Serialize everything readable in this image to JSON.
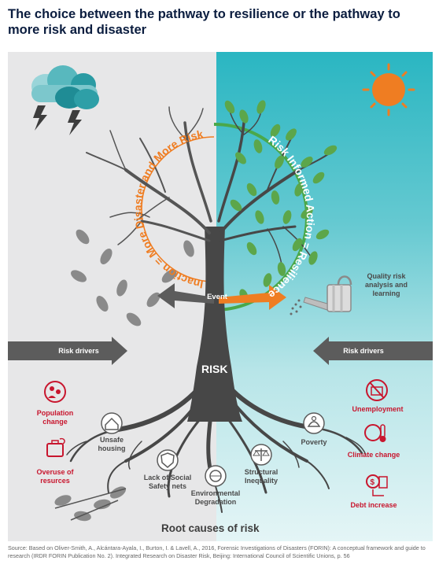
{
  "title": "The choice between the pathway to resilience or the pathway to more risk and disaster",
  "arc_left": "Inaction = More Disaster and More Risk",
  "arc_right": "Risk Informed Action = Resilience",
  "event_label": "Event",
  "risk_label": "RISK",
  "risk_drivers_left": "Risk drivers",
  "risk_drivers_right": "Risk drivers",
  "quality_label": "Quality risk analysis and learning",
  "left_drivers": [
    {
      "label": "Population change",
      "icon": "population-icon"
    },
    {
      "label": "Overuse of resurces",
      "icon": "briefcase-icon"
    }
  ],
  "right_drivers": [
    {
      "label": "Unemployment",
      "icon": "no-work-icon"
    },
    {
      "label": "Climate change",
      "icon": "thermometer-globe-icon"
    },
    {
      "label": "Debt increase",
      "icon": "debt-icon"
    }
  ],
  "root_causes": [
    {
      "label": "Unsafe housing",
      "icon": "house-icon"
    },
    {
      "label": "Lack of Social Safety nets",
      "icon": "shield-icon"
    },
    {
      "label": "Environmental Degradation",
      "icon": "globe-icon"
    },
    {
      "label": "Structural Inequality",
      "icon": "scales-icon"
    },
    {
      "label": "Poverty",
      "icon": "poverty-icon"
    }
  ],
  "root_title": "Root causes of risk",
  "source": "Source: Based on Oliver-Smith, A., Alcántara-Ayala, I., Burton, I. & Lavell, A., 2016, Forensic Investigations of Disasters (FORIN): A conceptual framework and guide to research (IRDR FORIN Publication No. 2). Integrated Research on Disaster Risk, Beijing: International Council of Scientific Unions, p. 56",
  "colors": {
    "orange": "#ef7d22",
    "green": "#4aa84a",
    "teal": "#2ab6c2",
    "red": "#c8162e",
    "trunk": "#474747",
    "navy": "#0b1d3f"
  }
}
